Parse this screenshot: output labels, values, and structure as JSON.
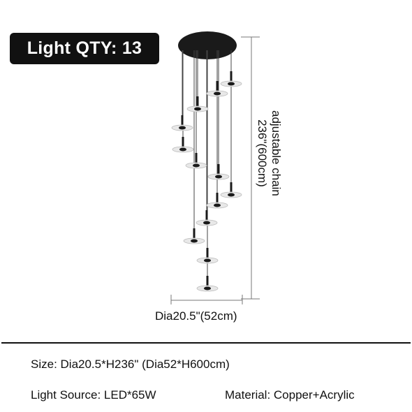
{
  "badge": {
    "label": "Light QTY: 13"
  },
  "dimensions": {
    "height_label": "adjustable chain",
    "height_value": "236\"(600cm)",
    "diameter": "Dia20.5\"(52cm)"
  },
  "specs": {
    "size": "Size: Dia20.5*H236\" (Dia52*H600cm)",
    "light_source": "Light Source: LED*65W",
    "material": "Material: Copper+Acrylic"
  },
  "colors": {
    "fixture": "#1a1a1a",
    "shade": "#e8e8e8",
    "badge_bg": "#111111"
  }
}
